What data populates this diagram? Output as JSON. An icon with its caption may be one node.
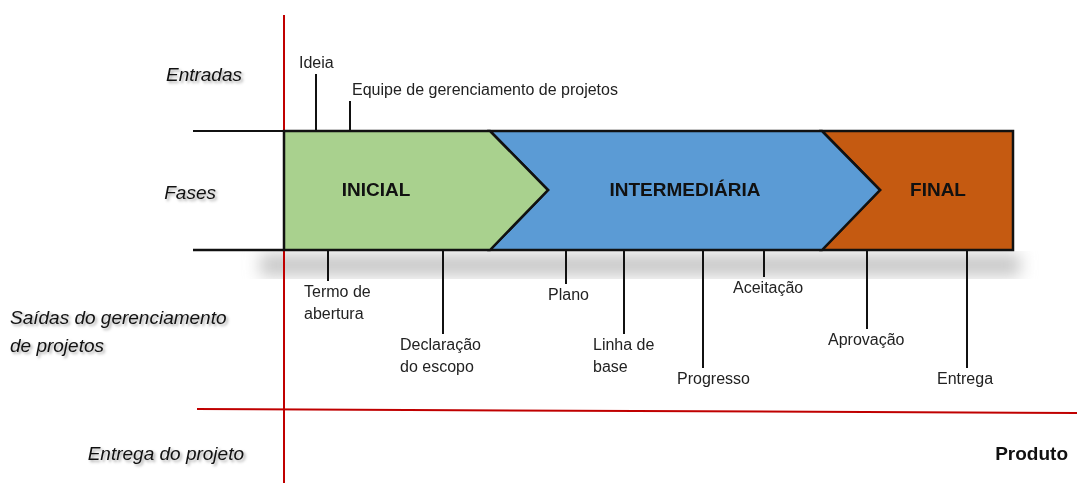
{
  "diagram": {
    "nodes": [
      {
        "text": [
          "INICIAL"
        ]
      },
      {
        "text": [
          "INTERMEDIÁRIA"
        ]
      },
      {
        "text": [
          "FINAL"
        ]
      },
      {
        "text": [
          "Ideia"
        ]
      },
      {
        "text": [
          "Equipe de gerenciamento de projetos"
        ]
      },
      {
        "text": [
          "Termo de abertura"
        ]
      },
      {
        "text": [
          "Declaração do escopo"
        ]
      },
      {
        "text": [
          "Plano"
        ]
      },
      {
        "text": [
          "Linha de base"
        ]
      },
      {
        "text": [
          "Progresso"
        ]
      },
      {
        "text": [
          "Aceitação"
        ]
      },
      {
        "text": [
          "Aprovação"
        ]
      },
      {
        "text": [
          "Entrega"
        ]
      }
    ],
    "edges": [
      {
        "from": 3,
        "to": 0,
        "arrow": "none"
      },
      {
        "from": 4,
        "to": 0,
        "arrow": "none"
      },
      {
        "from": 5,
        "to": 0,
        "arrow": "none"
      },
      {
        "from": 6,
        "to": 0,
        "arrow": "none"
      },
      {
        "from": 7,
        "to": 1,
        "arrow": "none"
      },
      {
        "from": 8,
        "to": 1,
        "arrow": "none"
      },
      {
        "from": 9,
        "to": 1,
        "arrow": "none"
      },
      {
        "from": 10,
        "to": 1,
        "arrow": "none"
      },
      {
        "from": 11,
        "to": 2,
        "arrow": "none"
      },
      {
        "from": 12,
        "to": 2,
        "arrow": "none"
      }
    ],
    "labels": [
      "Entradas",
      "Fases",
      "Saídas do gerenciamento de projetos",
      "Entrega do projeto",
      "Produto"
    ]
  }
}
